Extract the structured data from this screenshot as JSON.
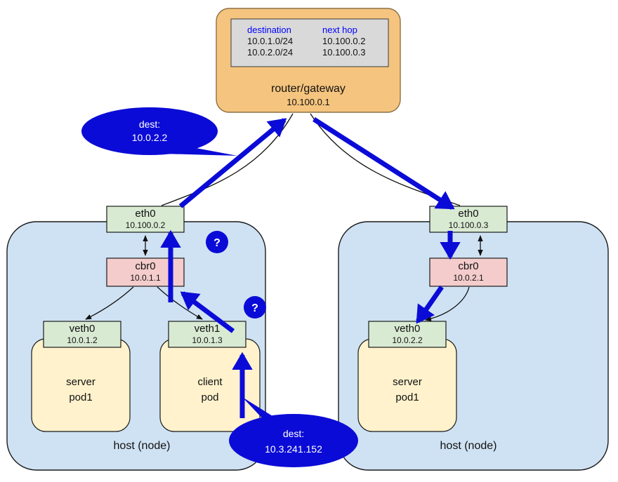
{
  "router": {
    "label": "router/gateway",
    "ip": "10.100.0.1",
    "table": {
      "headers": [
        "destination",
        "next hop"
      ],
      "rows": [
        [
          "10.0.1.0/24",
          "10.100.0.2"
        ],
        [
          "10.0.2.0/24",
          "10.100.0.3"
        ]
      ]
    }
  },
  "left": {
    "host_label": "host (node)",
    "eth0": {
      "name": "eth0",
      "ip": "10.100.0.2"
    },
    "cbr0": {
      "name": "cbr0",
      "ip": "10.0.1.1"
    },
    "veth0": {
      "name": "veth0",
      "ip": "10.0.1.2"
    },
    "veth1": {
      "name": "veth1",
      "ip": "10.0.1.3"
    },
    "server_pod": {
      "line1": "server",
      "line2": "pod1"
    },
    "client_pod": {
      "line1": "client",
      "line2": "pod"
    }
  },
  "right": {
    "host_label": "host (node)",
    "eth0": {
      "name": "eth0",
      "ip": "10.100.0.3"
    },
    "cbr0": {
      "name": "cbr0",
      "ip": "10.0.2.1"
    },
    "veth0": {
      "name": "veth0",
      "ip": "10.0.2.2"
    },
    "server_pod": {
      "line1": "server",
      "line2": "pod1"
    }
  },
  "callouts": {
    "dest_top": {
      "line1": "dest:",
      "line2": "10.0.2.2"
    },
    "dest_bottom": {
      "line1": "dest:",
      "line2": "10.3.241.152"
    },
    "question_mark": "?"
  },
  "colors": {
    "accent_blue": "#0b0bd7",
    "table_header_blue": "#0000ff",
    "router_fill": "#f5c47e",
    "table_fill": "#d9d9d9",
    "host_fill": "#cfe2f3",
    "iface_green": "#d9ead3",
    "bridge_pink": "#f4cccc",
    "pod_yellow": "#fff2cc"
  }
}
